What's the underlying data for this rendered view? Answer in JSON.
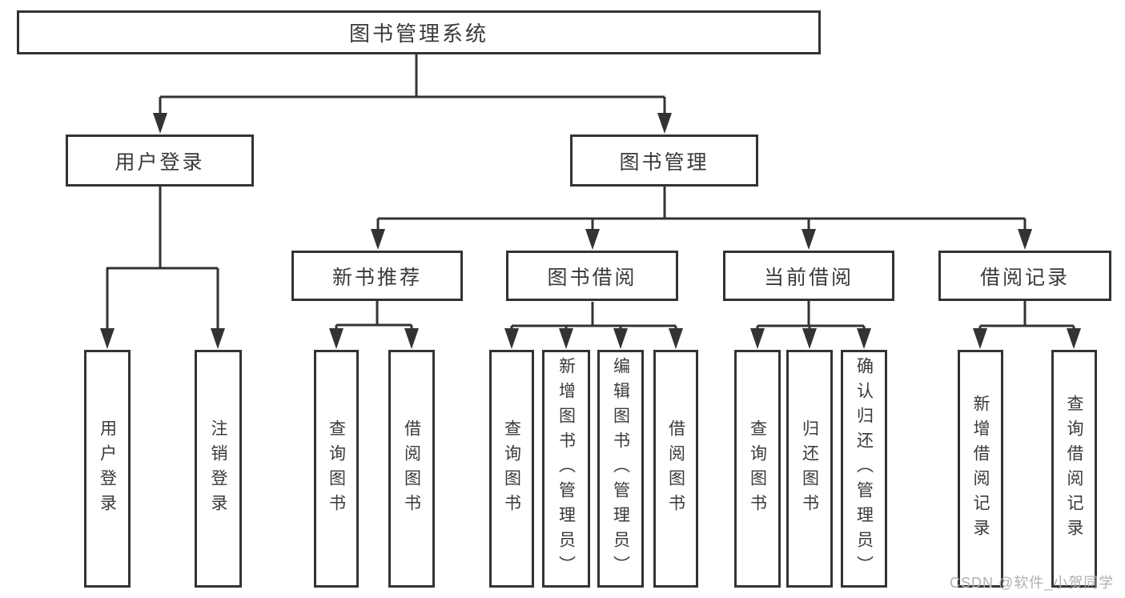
{
  "diagram": {
    "root": "图书管理系统",
    "l2": [
      {
        "label": "用户登录",
        "leaves": [
          "用户登录",
          "注销登录"
        ]
      },
      {
        "label": "图书管理",
        "children": [
          {
            "label": "新书推荐",
            "leaves": [
              "查询图书",
              "借阅图书"
            ]
          },
          {
            "label": "图书借阅",
            "leaves": [
              "查询图书",
              "新增图书（管理员）",
              "编辑图书（管理员）",
              "借阅图书"
            ]
          },
          {
            "label": "当前借阅",
            "leaves": [
              "查询图书",
              "归还图书",
              "确认归还（管理员）"
            ]
          },
          {
            "label": "借阅记录",
            "leaves": [
              "新增借阅记录",
              "查询借阅记录"
            ]
          }
        ]
      }
    ]
  },
  "watermark": "CSDN @软件_小贺同学",
  "colors": {
    "line": "#333333",
    "text": "#3a3a3a",
    "watermark": "#b0b0b0",
    "background": "#ffffff"
  }
}
